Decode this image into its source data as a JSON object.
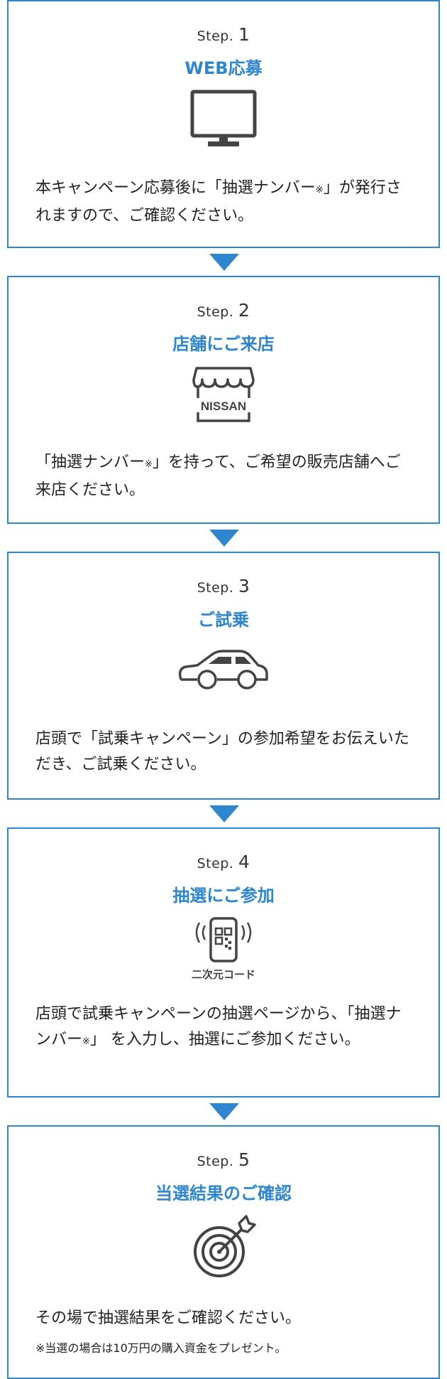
{
  "steps": [
    {
      "label": "Step.",
      "number": "1",
      "title": "WEB応募",
      "icon": "monitor-icon",
      "desc_before": "本キャンペーン応募後に「抽選ナンバー",
      "mark": "※",
      "desc_after": "」が発行されますので、ご確認ください。"
    },
    {
      "label": "Step.",
      "number": "2",
      "title": "店舗にご来店",
      "icon": "store-icon",
      "icon_text": "NISSAN",
      "desc_before": "「抽選ナンバー",
      "mark": "※",
      "desc_after": "」を持って、ご希望の販売店舗へご来店ください。"
    },
    {
      "label": "Step.",
      "number": "3",
      "title": "ご試乗",
      "icon": "car-icon",
      "desc": "店頭で「試乗キャンペーン」の参加希望をお伝えいただき、ご試乗ください。"
    },
    {
      "label": "Step.",
      "number": "4",
      "title": "抽選にご参加",
      "icon": "qr-phone-icon",
      "icon_text": "二次元コード",
      "desc_before": "店頭で試乗キャンペーンの抽選ページから、「抽選ナンバー",
      "mark": "※",
      "desc_after": "」 を入力し、抽選にご参加ください。"
    },
    {
      "label": "Step.",
      "number": "5",
      "title": "当選結果のご確認",
      "icon": "target-icon",
      "desc": "その場で抽選結果をご確認ください。",
      "note": "※当選の場合は10万円の購入資金をプレゼント。"
    }
  ],
  "colors": {
    "accent": "#2e86cf",
    "icon": "#444444",
    "text": "#222222"
  }
}
